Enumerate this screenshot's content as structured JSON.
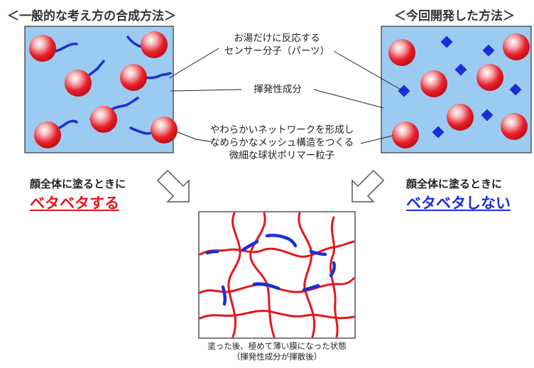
{
  "left_panel": {
    "title": "＜一般的な考え方の合成方法＞"
  },
  "right_panel": {
    "title": "＜今回開発した方法＞"
  },
  "labels": {
    "sensor": [
      "お湯だけに反応する",
      "センサー分子（パーツ）"
    ],
    "volatile": "揮発性成分",
    "polymer": [
      "やわらかいネットワークを形成し",
      "なめらかなメッシュ構造をつくる",
      "微細な球状ポリマー粒子"
    ]
  },
  "left_caption": {
    "line1": "顔全体に塗るときに",
    "line2": "ベタベタする"
  },
  "right_caption": {
    "line1": "顔全体に塗るときに",
    "line2": "ベタベタしない"
  },
  "bottom_caption": [
    "塗った後、極めて薄い膜になった状態",
    "（揮発性成分が揮散後）"
  ],
  "colors": {
    "panel_fill": "#9ccbf2",
    "sphere": "#e8202a",
    "network_red": "#e8141b",
    "network_blue": "#1a2fd6",
    "sensor_blue": "#1a2fd6"
  }
}
